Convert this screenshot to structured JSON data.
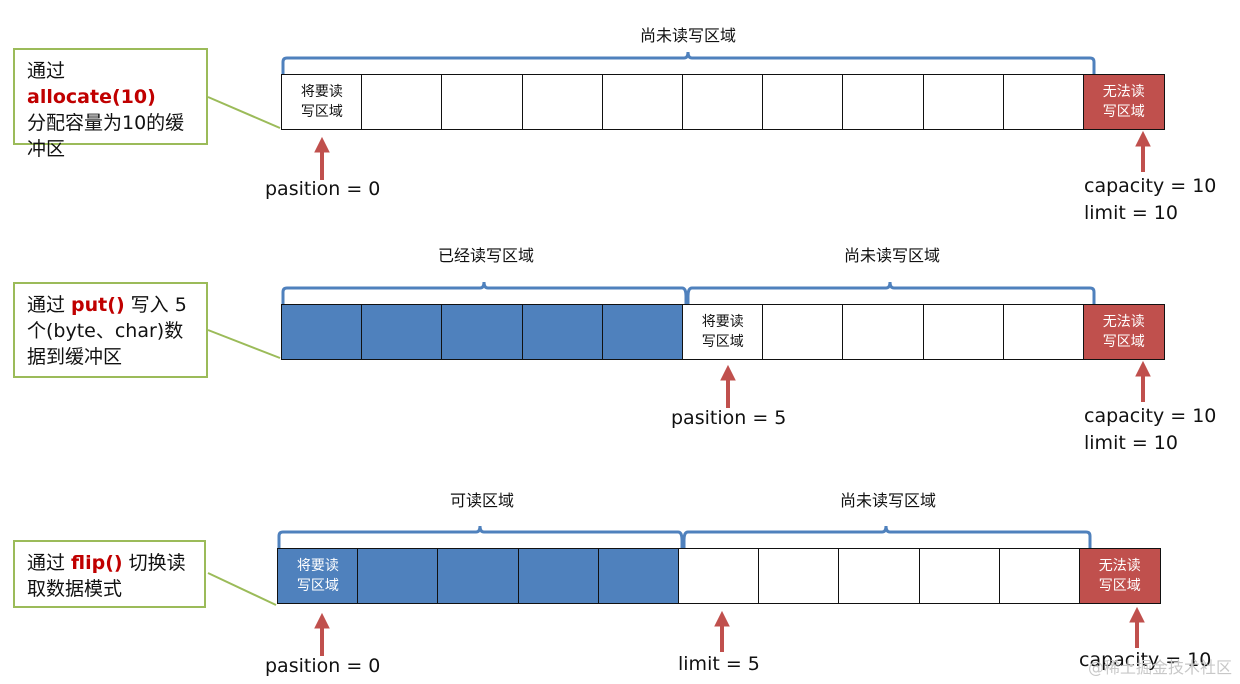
{
  "rows": [
    {
      "note": {
        "prefix": "通过 ",
        "keyword": "allocate(10)",
        "suffix": "分配容量为10的缓冲区"
      },
      "cells": [
        {
          "text": "将要读写区域",
          "state": "empty"
        },
        {
          "text": "",
          "state": "empty"
        },
        {
          "text": "",
          "state": "empty"
        },
        {
          "text": "",
          "state": "empty"
        },
        {
          "text": "",
          "state": "empty"
        },
        {
          "text": "",
          "state": "empty"
        },
        {
          "text": "",
          "state": "empty"
        },
        {
          "text": "",
          "state": "empty"
        },
        {
          "text": "",
          "state": "empty"
        },
        {
          "text": "",
          "state": "empty"
        },
        {
          "text": "无法读写区域",
          "state": "red"
        }
      ],
      "regions": [
        {
          "label": "尚未读写区域"
        }
      ],
      "markers": [
        {
          "label": "pasition = 0"
        },
        {
          "label": "capacity = 10\nlimit = 10"
        }
      ]
    },
    {
      "note": {
        "prefix": "通过 ",
        "keyword": "put()",
        "suffix": " 写入 5个(byte、char)数据到缓冲区"
      },
      "cells": [
        {
          "text": "",
          "state": "filled"
        },
        {
          "text": "",
          "state": "filled"
        },
        {
          "text": "",
          "state": "filled"
        },
        {
          "text": "",
          "state": "filled"
        },
        {
          "text": "",
          "state": "filled"
        },
        {
          "text": "将要读写区域",
          "state": "empty"
        },
        {
          "text": "",
          "state": "empty"
        },
        {
          "text": "",
          "state": "empty"
        },
        {
          "text": "",
          "state": "empty"
        },
        {
          "text": "",
          "state": "empty"
        },
        {
          "text": "无法读写区域",
          "state": "red"
        }
      ],
      "regions": [
        {
          "label": "已经读写区域"
        },
        {
          "label": "尚未读写区域"
        }
      ],
      "markers": [
        {
          "label": "pasition = 5"
        },
        {
          "label": "capacity = 10\nlimit = 10"
        }
      ]
    },
    {
      "note": {
        "prefix": "通过 ",
        "keyword": "flip()",
        "suffix": " 切换读取数据模式"
      },
      "cells": [
        {
          "text": "将要读写区域",
          "state": "filled"
        },
        {
          "text": "",
          "state": "filled"
        },
        {
          "text": "",
          "state": "filled"
        },
        {
          "text": "",
          "state": "filled"
        },
        {
          "text": "",
          "state": "filled"
        },
        {
          "text": "",
          "state": "empty"
        },
        {
          "text": "",
          "state": "empty"
        },
        {
          "text": "",
          "state": "empty"
        },
        {
          "text": "",
          "state": "empty"
        },
        {
          "text": "",
          "state": "empty"
        },
        {
          "text": "无法读写区域",
          "state": "red"
        }
      ],
      "regions": [
        {
          "label": "可读区域"
        },
        {
          "label": "尚未读写区域"
        }
      ],
      "markers": [
        {
          "label": "pasition = 0"
        },
        {
          "label": "limit = 5"
        },
        {
          "label": "capacity = 10"
        }
      ]
    }
  ],
  "watermark": "@稀土掘金技术社区",
  "colors": {
    "filled": "#4f81bd",
    "red": "#c0504d",
    "brace": "#4f81bd",
    "arrow": "#c0504d",
    "note_border": "#9bbb59",
    "keyword": "#c00000"
  }
}
